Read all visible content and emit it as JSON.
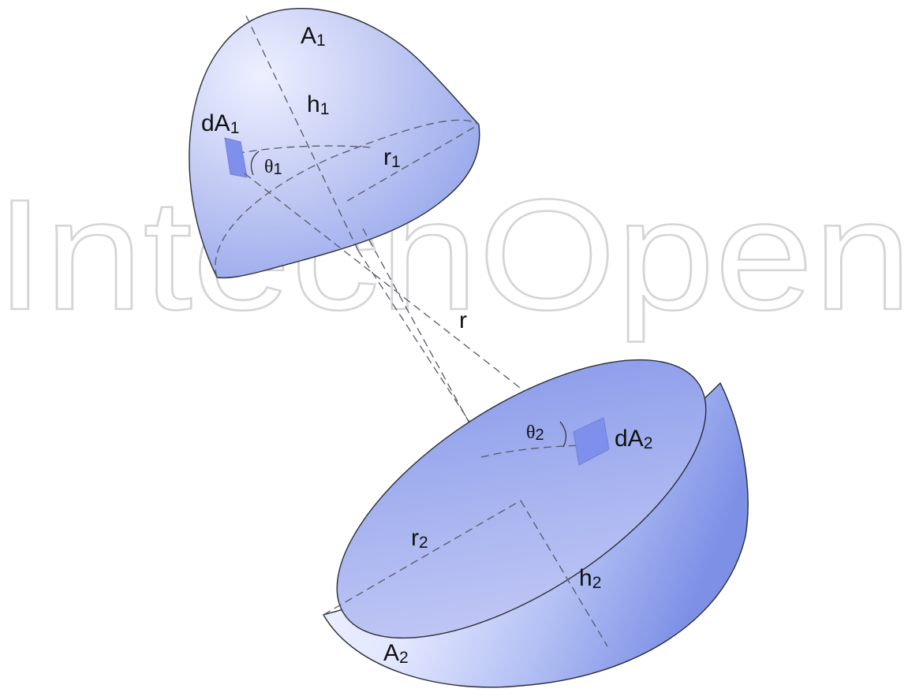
{
  "watermark": "IntechOpen",
  "labels": {
    "surface1": {
      "main": "A",
      "sub": "1"
    },
    "height1": {
      "main": "h",
      "sub": "1"
    },
    "element1": {
      "main": "dA",
      "sub": "1"
    },
    "angle1": {
      "main": "θ",
      "sub": "1"
    },
    "radius1": {
      "main": "r",
      "sub": "1"
    },
    "distance": {
      "main": "r",
      "sub": ""
    },
    "angle2": {
      "main": "θ",
      "sub": "2"
    },
    "element2": {
      "main": "dA",
      "sub": "2"
    },
    "radius2": {
      "main": "r",
      "sub": "2"
    },
    "height2": {
      "main": "h",
      "sub": "2"
    },
    "surface2": {
      "main": "A",
      "sub": "2"
    }
  },
  "colors": {
    "surface_light": "#eef0ff",
    "surface_mid": "#b9c2f3",
    "surface_dark": "#8c9ee9",
    "patch": "#7f90ec",
    "line": "#555a66",
    "watermark": "#d4d4d4"
  }
}
